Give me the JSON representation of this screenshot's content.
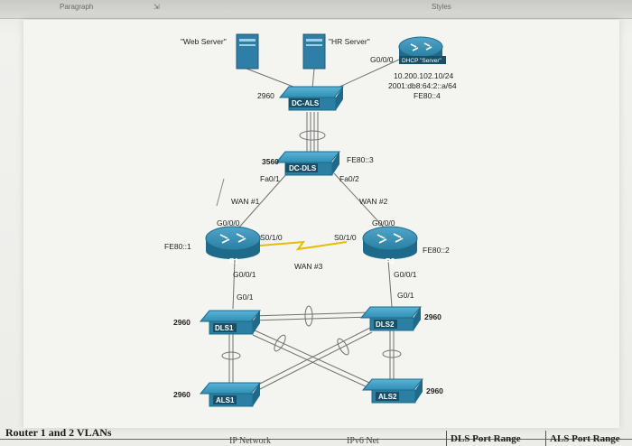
{
  "ribbon": {
    "left": "Paragraph",
    "right": "Styles"
  },
  "nodes": {
    "web_server": "\"Web Server\"",
    "hr_server": "\"HR Server\"",
    "dhcp_router_label": "DHCP \"Server\"",
    "dc_als": "DC-ALS",
    "dc_dls": "DC-DLS",
    "r1": "R1",
    "r2": "R2",
    "dls1": "DLS1",
    "dls2": "DLS2",
    "als1": "ALS1",
    "als2": "ALS2"
  },
  "labels": {
    "g0_0_top": "G0/0/0",
    "dhcp_ipv4": "10.200.102.10/24",
    "dhcp_ipv6": "2001:db8:64:2::a/64",
    "dhcp_ll": "FE80::4",
    "dc_als_model": "2960",
    "dc_dls_model": "3560",
    "dc_dls_ll": "FE80::3",
    "fa01": "Fa0/1",
    "fa02": "Fa0/2",
    "wan1": "WAN #1",
    "wan2": "WAN #2",
    "wan3": "WAN #3",
    "r1_g000": "G0/0/0",
    "r2_g000": "G0/0/0",
    "r1_s010": "S0/1/0",
    "r2_s010": "S0/1/0",
    "r1_ll": "FE80::1",
    "r2_ll": "FE80::2",
    "r1_g001": "G0/0/1",
    "r2_g001": "G0/0/1",
    "dls1_g01": "G0/1",
    "dls2_g01": "G0/1",
    "dls1_model": "2960",
    "dls2_model": "2960",
    "als1_model": "2960",
    "als2_model": "2960"
  },
  "footer": {
    "heading": "Router 1 and 2 VLANs",
    "col_network": "IP Network",
    "col_ipv6": "IPv6 Net",
    "col_dls": "DLS Port Range",
    "col_als": "ALS Port Range"
  },
  "colors": {
    "device": "#2f8fb4",
    "device_dark": "#1e6a8a",
    "server": "#2e7ea6",
    "link": "#6a6a6a",
    "serial": "#f0c000"
  }
}
